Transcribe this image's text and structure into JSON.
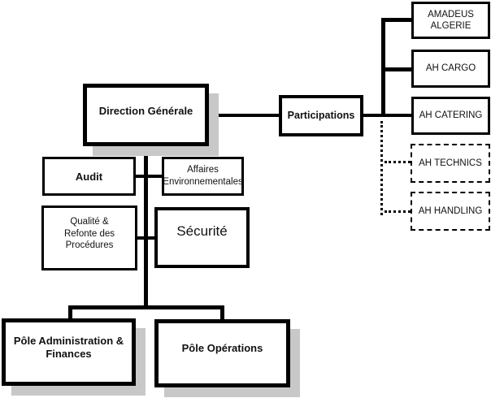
{
  "diagram": {
    "type": "org-chart",
    "nodes": {
      "direction_generale": {
        "label": "Direction Générale"
      },
      "participations": {
        "label": "Participations"
      },
      "amadeus": {
        "line1": "AMADEUS",
        "line2": "ALGERIE"
      },
      "ah_cargo": {
        "label": "AH CARGO"
      },
      "ah_catering": {
        "label": "AH CATERING"
      },
      "ah_technics": {
        "label": "AH TECHNICS"
      },
      "ah_handling": {
        "label": "AH HANDLING"
      },
      "audit": {
        "label": "Audit"
      },
      "affaires_environnementales": {
        "line1": "Affaires",
        "line2": "Environnementales"
      },
      "qualite_refonte": {
        "line1": "Qualité &",
        "line2": "Refonte des",
        "line3": "Procédures"
      },
      "securite": {
        "label": "Sécurité"
      },
      "pole_administration_finances": {
        "line1": "Pôle Administration &",
        "line2": "Finances"
      },
      "pole_operations": {
        "label": "Pôle Opérations"
      }
    },
    "colors": {
      "line": "#000000",
      "box_fill": "#ffffff",
      "box_border": "#000000",
      "shadow": "#c8c8c8",
      "background": "#ffffff"
    }
  }
}
